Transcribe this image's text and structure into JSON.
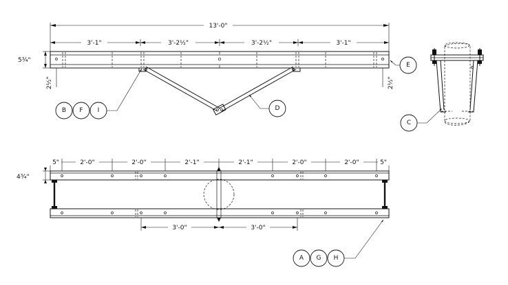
{
  "elevation": {
    "overall": "13'-0\"",
    "spans": [
      "3'-1\"",
      "3'-2½\"",
      "3'-2½\"",
      "3'-1\""
    ],
    "depth": "5¾\"",
    "end_offset_left": "2½\"",
    "end_offset_right": "2½\""
  },
  "plan": {
    "top_spans": [
      "5\"",
      "2'-0\"",
      "2'-0\"",
      "2'-1\"",
      "2'-1\"",
      "2'-0\"",
      "2'-0\"",
      "5\""
    ],
    "depth": "4¾\"",
    "bottom_spans": [
      "3'-0\"",
      "3'-0\""
    ]
  },
  "callouts": {
    "elevation_left": [
      "B",
      "F",
      "I"
    ],
    "brace": "D",
    "end": "E",
    "section": "C",
    "plan": [
      "A",
      "G",
      "H"
    ]
  }
}
